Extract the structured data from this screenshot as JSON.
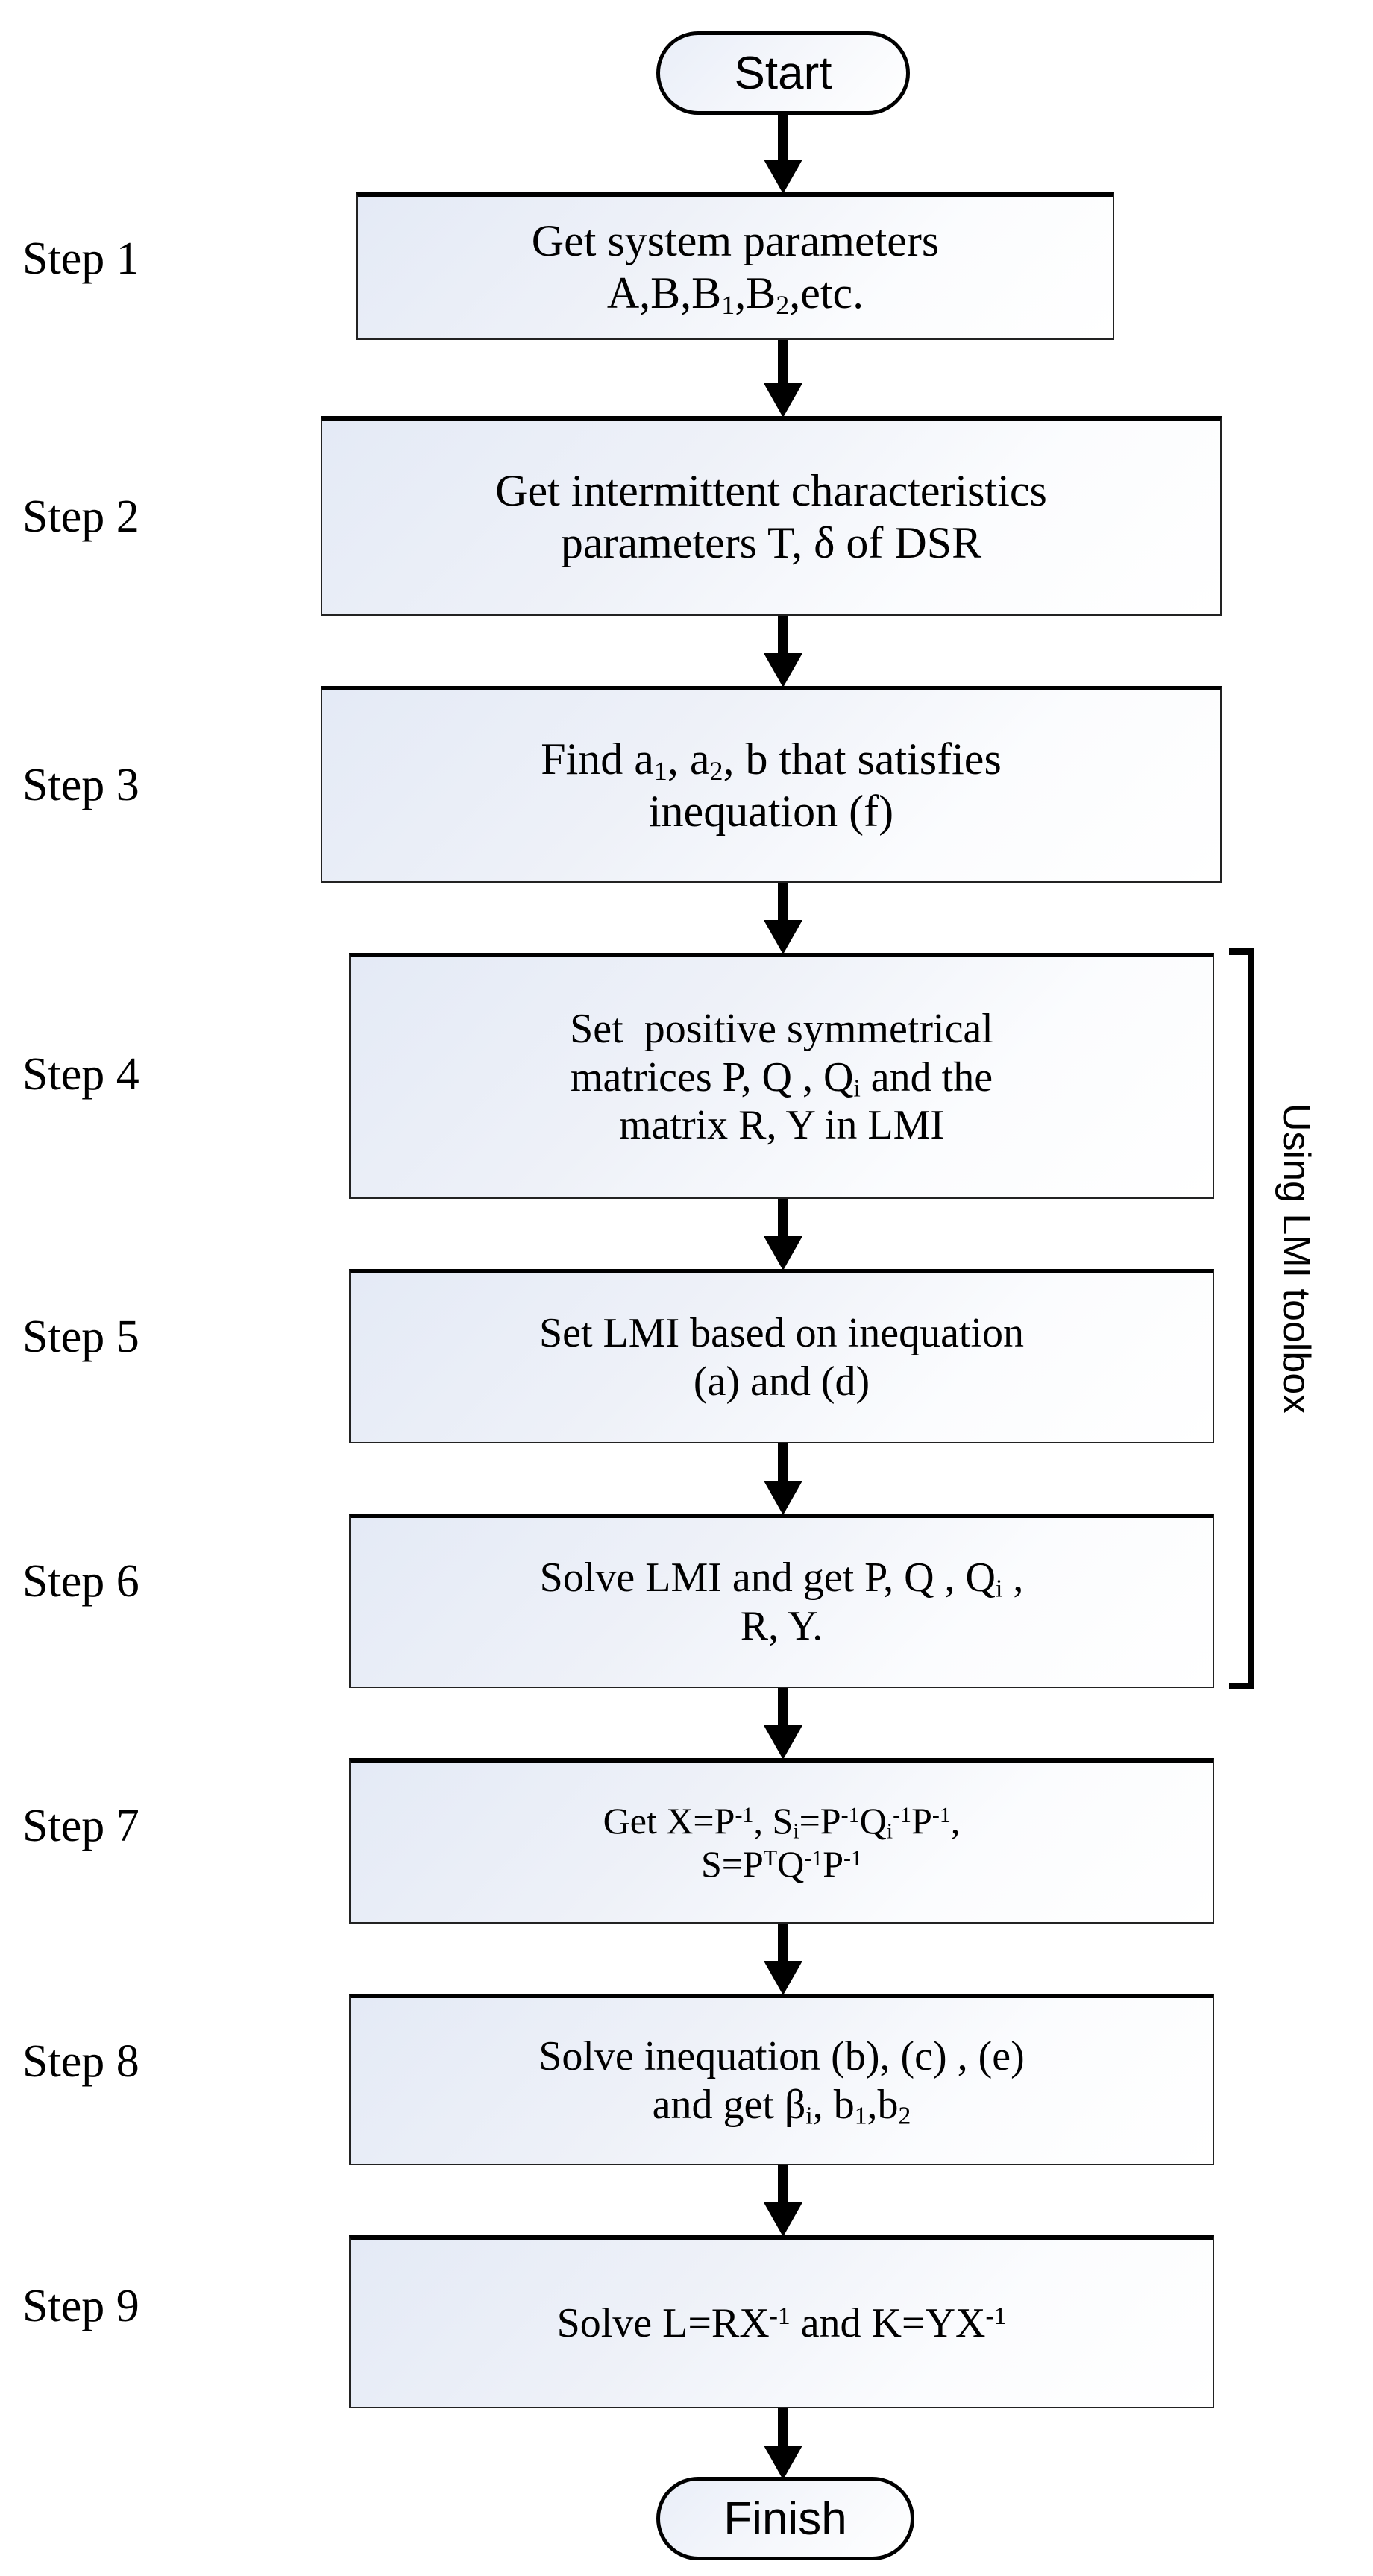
{
  "diagram": {
    "title": "LMI-based controller design procedure flowchart",
    "accent_color": "#e4eaf6",
    "line_color": "#000000",
    "start_label": "Start",
    "finish_label": "Finish",
    "bracket_label": "Using LMI toolbox"
  },
  "step_labels": [
    {
      "id": "step-1",
      "text": "Step 1"
    },
    {
      "id": "step-2",
      "text": "Step 2"
    },
    {
      "id": "step-3",
      "text": "Step 3"
    },
    {
      "id": "step-4",
      "text": "Step 4"
    },
    {
      "id": "step-5",
      "text": "Step 5"
    },
    {
      "id": "step-6",
      "text": "Step 6"
    },
    {
      "id": "step-7",
      "text": "Step 7"
    },
    {
      "id": "step-8",
      "text": "Step 8"
    },
    {
      "id": "step-9",
      "text": "Step 9"
    }
  ],
  "nodes": [
    {
      "id": "step-1-box",
      "plain": "Get system parameters A,B,B1,B2,etc.",
      "lines": [
        "Get system parameters",
        "A,B,B₁,B₂,etc."
      ]
    },
    {
      "id": "step-2-box",
      "plain": "Get intermittent characteristics parameters T, δ of DSR",
      "lines": [
        "Get intermittent characteristics",
        "parameters T, δ of DSR"
      ]
    },
    {
      "id": "step-3-box",
      "plain": "Find a1, a2, b that satisfies inequation (f)",
      "lines": [
        "Find a₁, a₂, b that satisfies",
        "inequation (f)"
      ]
    },
    {
      "id": "step-4-box",
      "plain": "Set  positive symmetrical matrices P, Q , Qi and the matrix R, Y in LMI",
      "lines": [
        "Set  positive symmetrical",
        "matrices P, Q , Qᵢ and the",
        "matrix R, Y in LMI"
      ]
    },
    {
      "id": "step-5-box",
      "plain": "Set LMI based on inequation (a) and (d)",
      "lines": [
        "Set LMI based on inequation",
        "(a) and (d)"
      ]
    },
    {
      "id": "step-6-box",
      "plain": "Solve LMI and get P, Q , Qi , R, Y.",
      "lines": [
        "Solve LMI and get P, Q , Qᵢ ,",
        "R, Y."
      ]
    },
    {
      "id": "step-7-box",
      "plain": "Get X=P-1, Si=P-1Qi-1P-1, S=PTQ-1P-1",
      "lines": [
        "Get X=P⁻¹, Sᵢ=P⁻¹Qᵢ⁻¹P⁻¹,",
        "S=PᵀQ⁻¹P⁻¹"
      ]
    },
    {
      "id": "step-8-box",
      "plain": "Solve inequation (b), (c) , (e) and get βi, b1,b2",
      "lines": [
        "Solve inequation (b), (c) , (e)",
        "and get βᵢ, b₁,b₂"
      ]
    },
    {
      "id": "step-9-box",
      "plain": "Solve L=RX-1 and K=YX-1",
      "lines": [
        "Solve L=RX⁻¹ and K=YX⁻¹"
      ]
    }
  ]
}
